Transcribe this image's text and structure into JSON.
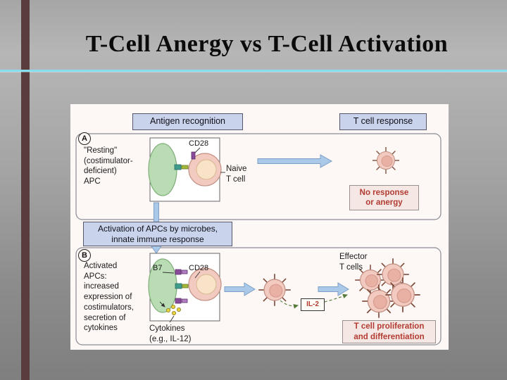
{
  "slide": {
    "title": "T-Cell Anergy vs T-Cell Activation"
  },
  "figure": {
    "headers": {
      "antigen_recognition": "Antigen recognition",
      "t_cell_response": "T cell response"
    },
    "panel_a": {
      "marker": "A",
      "apc_caption": "\"Resting\"\n(costimulator-\ndeficient)\nAPC",
      "cd28": "CD28",
      "naive_t_cell": "Naive\nT cell",
      "outcome": "No response\nor anergy"
    },
    "activation_banner": "Activation of APCs by microbes,\ninnate immune response",
    "panel_b": {
      "marker": "B",
      "apc_caption": "Activated\nAPCs:\nincreased\nexpression of\ncostimulators,\nsecretion of\ncytokines",
      "b7": "B7",
      "cd28": "CD28",
      "cytokines": "Cytokines\n(e.g., IL-12)",
      "il2": "IL-2",
      "effector": "Effector\nT cells",
      "outcome": "T cell proliferation\nand differentiation"
    },
    "colors": {
      "accent_bar": "#5a3c3c",
      "title_divider": "#86dff0",
      "banner_bg": "#c9d3ec",
      "outcome_text": "#b23b32",
      "apc_fill": "#b9dcb4",
      "tcell_fill": "#f3cac0",
      "arrow_fill": "#aac9e9"
    }
  }
}
